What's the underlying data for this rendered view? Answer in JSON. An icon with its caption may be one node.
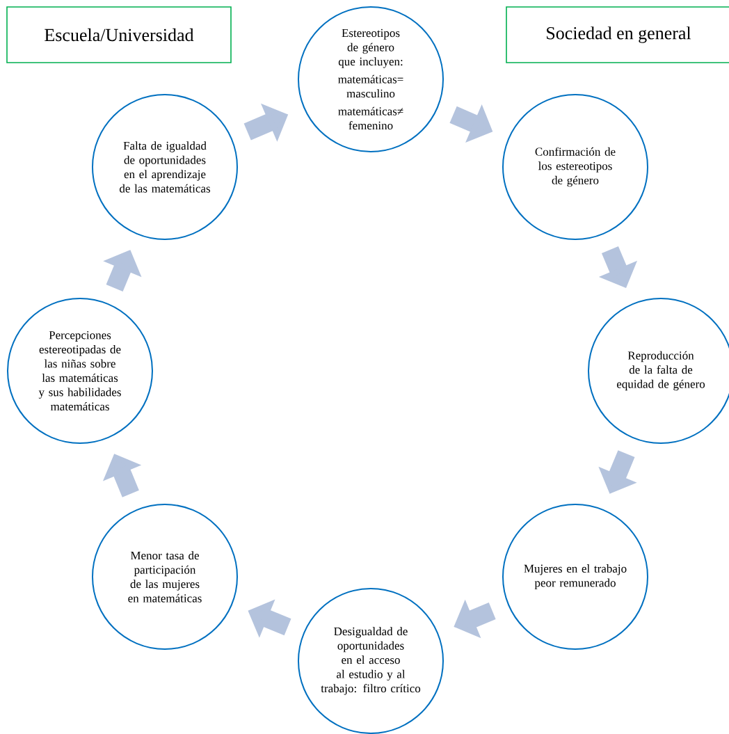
{
  "diagram": {
    "nodes": [
      {
        "text": [
          "Escuela/Universidad"
        ]
      },
      {
        "text": [
          "Estereotipos de género que incluyen:",
          "matemáticas= masculino",
          "matemáticas≠ femenino"
        ]
      },
      {
        "text": [
          "Sociedad en general"
        ]
      },
      {
        "text": [
          "Falta de igualdad de oportunidades en el aprendizaje de las matemáticas"
        ]
      },
      {
        "text": [
          "Confirmación de los estereotipos de género"
        ]
      },
      {
        "text": [
          "Percepciones estereotipadas de las niñas sobre las matemáticas y sus habilidades matemáticas"
        ]
      },
      {
        "text": [
          "Reproducción de la falta de equidad de género"
        ]
      },
      {
        "text": [
          "Menor tasa de participación de las mujeres en matemáticas"
        ]
      },
      {
        "text": [
          "Mujeres en el trabajo peor remunerado"
        ]
      },
      {
        "text": [
          "Desigualdad de oportunidades en el acceso al estudio y al trabajo: filtro crítico"
        ]
      }
    ],
    "edges": [
      {
        "from": 1,
        "to": 4,
        "arrow": "to"
      },
      {
        "from": 4,
        "to": 6,
        "arrow": "to"
      },
      {
        "from": 6,
        "to": 8,
        "arrow": "to"
      },
      {
        "from": 8,
        "to": 9,
        "arrow": "to"
      },
      {
        "from": 9,
        "to": 7,
        "arrow": "to"
      },
      {
        "from": 7,
        "to": 5,
        "arrow": "to"
      },
      {
        "from": 5,
        "to": 3,
        "arrow": "to"
      },
      {
        "from": 3,
        "to": 1,
        "arrow": "to"
      }
    ]
  }
}
